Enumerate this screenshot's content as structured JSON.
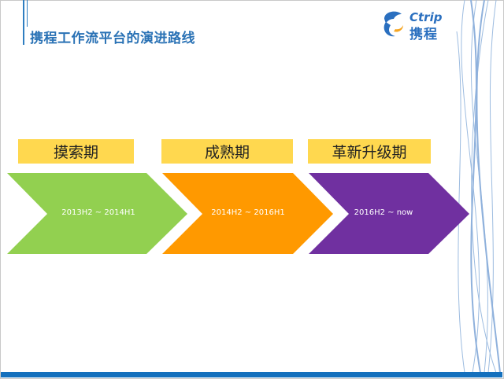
{
  "slide": {
    "title": "携程工作流平台的演进路线",
    "accent_color": "#2f7ec1",
    "bottom_bar_color": "#1470bd"
  },
  "logo": {
    "english": "Ctrip",
    "chinese": "携程",
    "icon": "dolphin-logo-icon"
  },
  "stages": [
    {
      "label": "摸索期",
      "period": "2013H2 ~ 2014H1",
      "color": "#92d050"
    },
    {
      "label": "成熟期",
      "period": "2014H2 ~ 2016H1",
      "color": "#ff9900"
    },
    {
      "label": "革新升级期",
      "period": "2016H2 ~ now",
      "color": "#7030a0"
    }
  ],
  "label_box_color": "#ffd84f"
}
